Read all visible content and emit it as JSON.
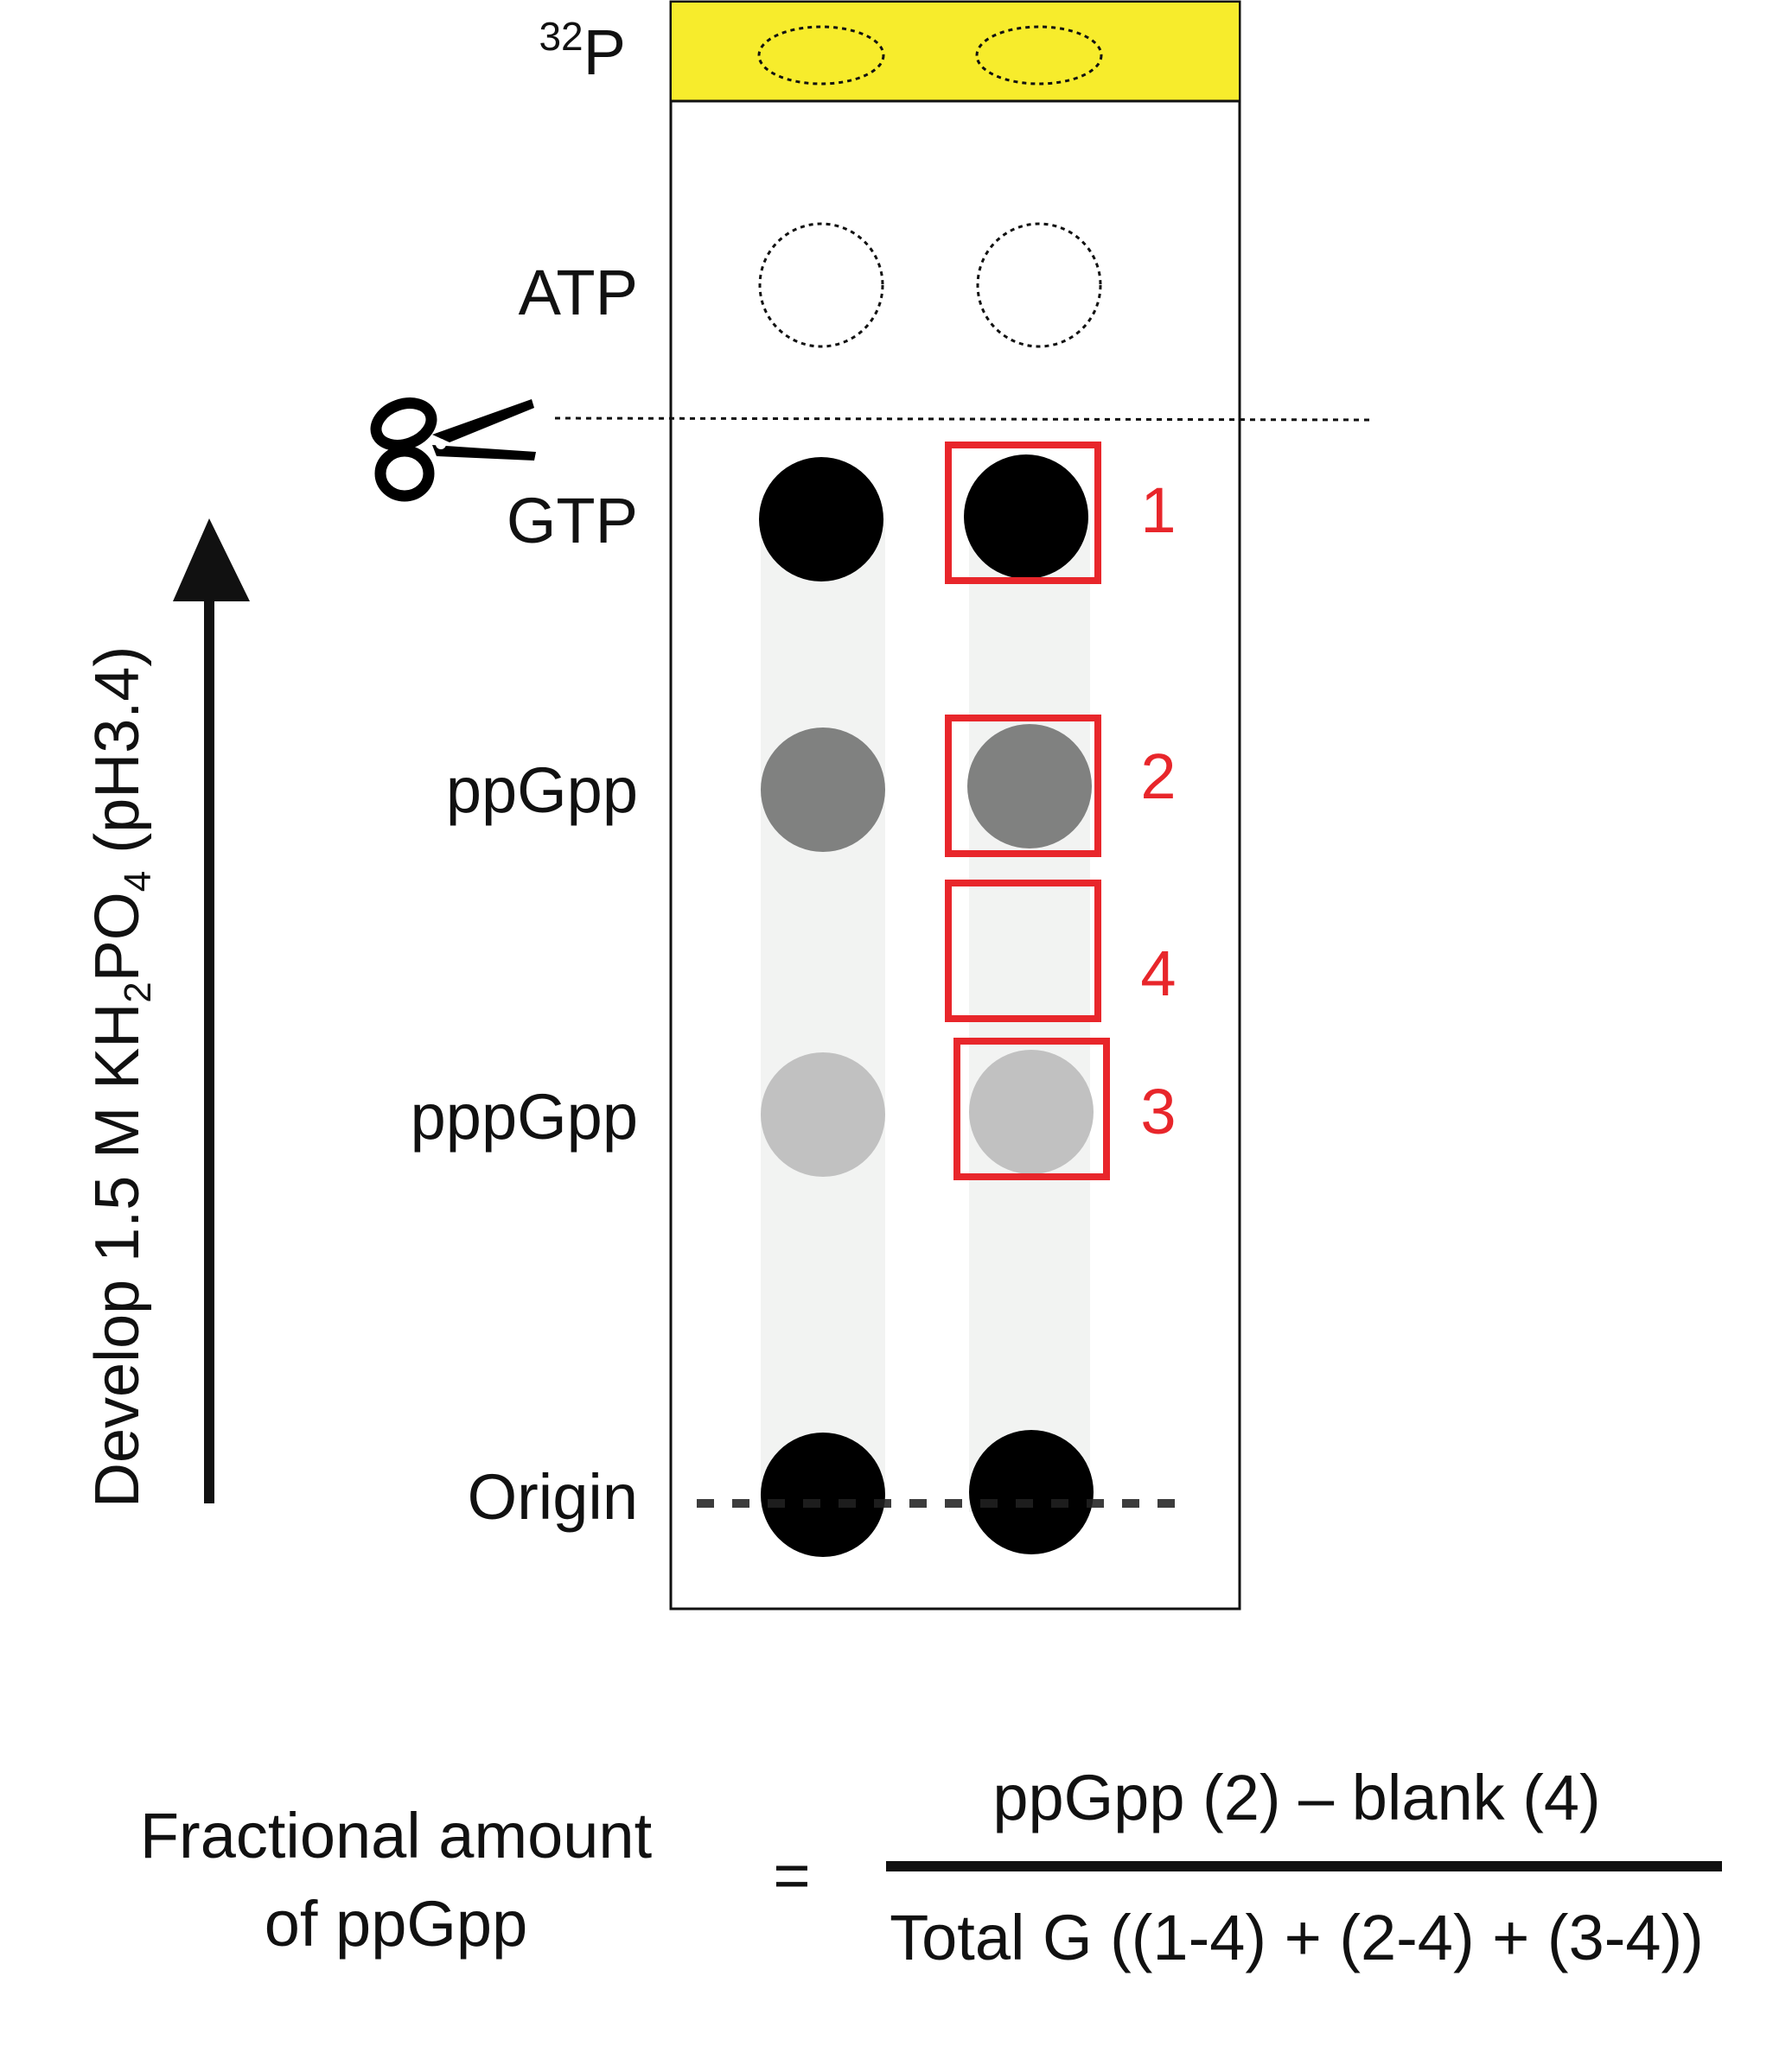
{
  "plate": {
    "labels": {
      "p32_sup": "32",
      "p32_base": "P",
      "atp": "ATP",
      "gtp": "GTP",
      "ppgpp": "ppGpp",
      "pppgpp": "pppGpp",
      "origin": "Origin"
    },
    "colors": {
      "p32_band": "#f7ec2c",
      "strong_spot": "#000000",
      "ppgpp_spot": "#808180",
      "pppgpp_spot": "#c1c1c1",
      "lane_track": "#f2f3f2",
      "box": "#e8262b"
    },
    "box_numbers": [
      "1",
      "2",
      "4",
      "3"
    ],
    "icons": [
      "scissors-icon",
      "develop-arrow-icon"
    ]
  },
  "develop_label": {
    "main": "Develop 1.5 M KH",
    "sub2": "2",
    "po": "PO",
    "sub4": "4",
    "tail": " (pH3.4)"
  },
  "formula": {
    "lhs_line1": "Fractional amount",
    "lhs_line2": "of ppGpp",
    "equals": "=",
    "numerator": "ppGpp (2) – blank (4)",
    "denominator": "Total G ((1-4) + (2-4) + (3-4))"
  }
}
